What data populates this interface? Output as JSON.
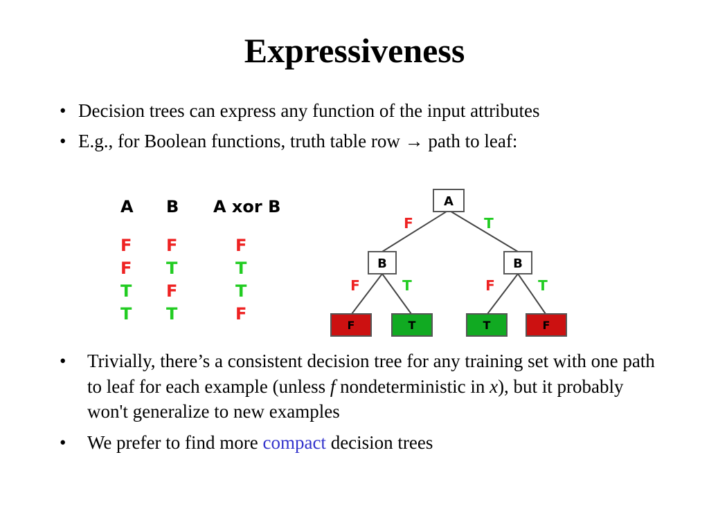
{
  "slide": {
    "title": "Expressiveness",
    "top_bullets": [
      "Decision trees can express any function of the input attributes",
      "E.g., for Boolean functions, truth table row → path to leaf:"
    ],
    "bullet_glyph": "•",
    "bottom_bullets": {
      "first": {
        "part1": "Trivially, there’s a consistent decision tree for any training set with one path to leaf for each example (unless ",
        "var_f": "f",
        "part2": " nondeterministic in ",
        "var_x": "x",
        "part3": "), but it probably won't generalize to new examples"
      },
      "second": {
        "part1": "We prefer to find more ",
        "highlight": "compact",
        "part2": " decision trees"
      }
    }
  },
  "truth_table": {
    "headers": [
      "A",
      "B",
      "A xor B"
    ],
    "rows": [
      [
        "F",
        "F",
        "F"
      ],
      [
        "F",
        "T",
        "T"
      ],
      [
        "T",
        "F",
        "T"
      ],
      [
        "T",
        "T",
        "F"
      ]
    ]
  },
  "tree": {
    "root": "A",
    "internal": [
      "B",
      "B"
    ],
    "edge_labels": {
      "root_left": "F",
      "root_right": "T",
      "b1_left": "F",
      "b1_right": "T",
      "b2_left": "F",
      "b2_right": "T"
    },
    "leaves": [
      "F",
      "T",
      "T",
      "F"
    ]
  },
  "colors": {
    "true": "#22cc22",
    "false": "#ee2222",
    "leaf_true_fill": "#11aa22",
    "leaf_false_fill": "#cc1111",
    "highlight": "#3333cc"
  }
}
